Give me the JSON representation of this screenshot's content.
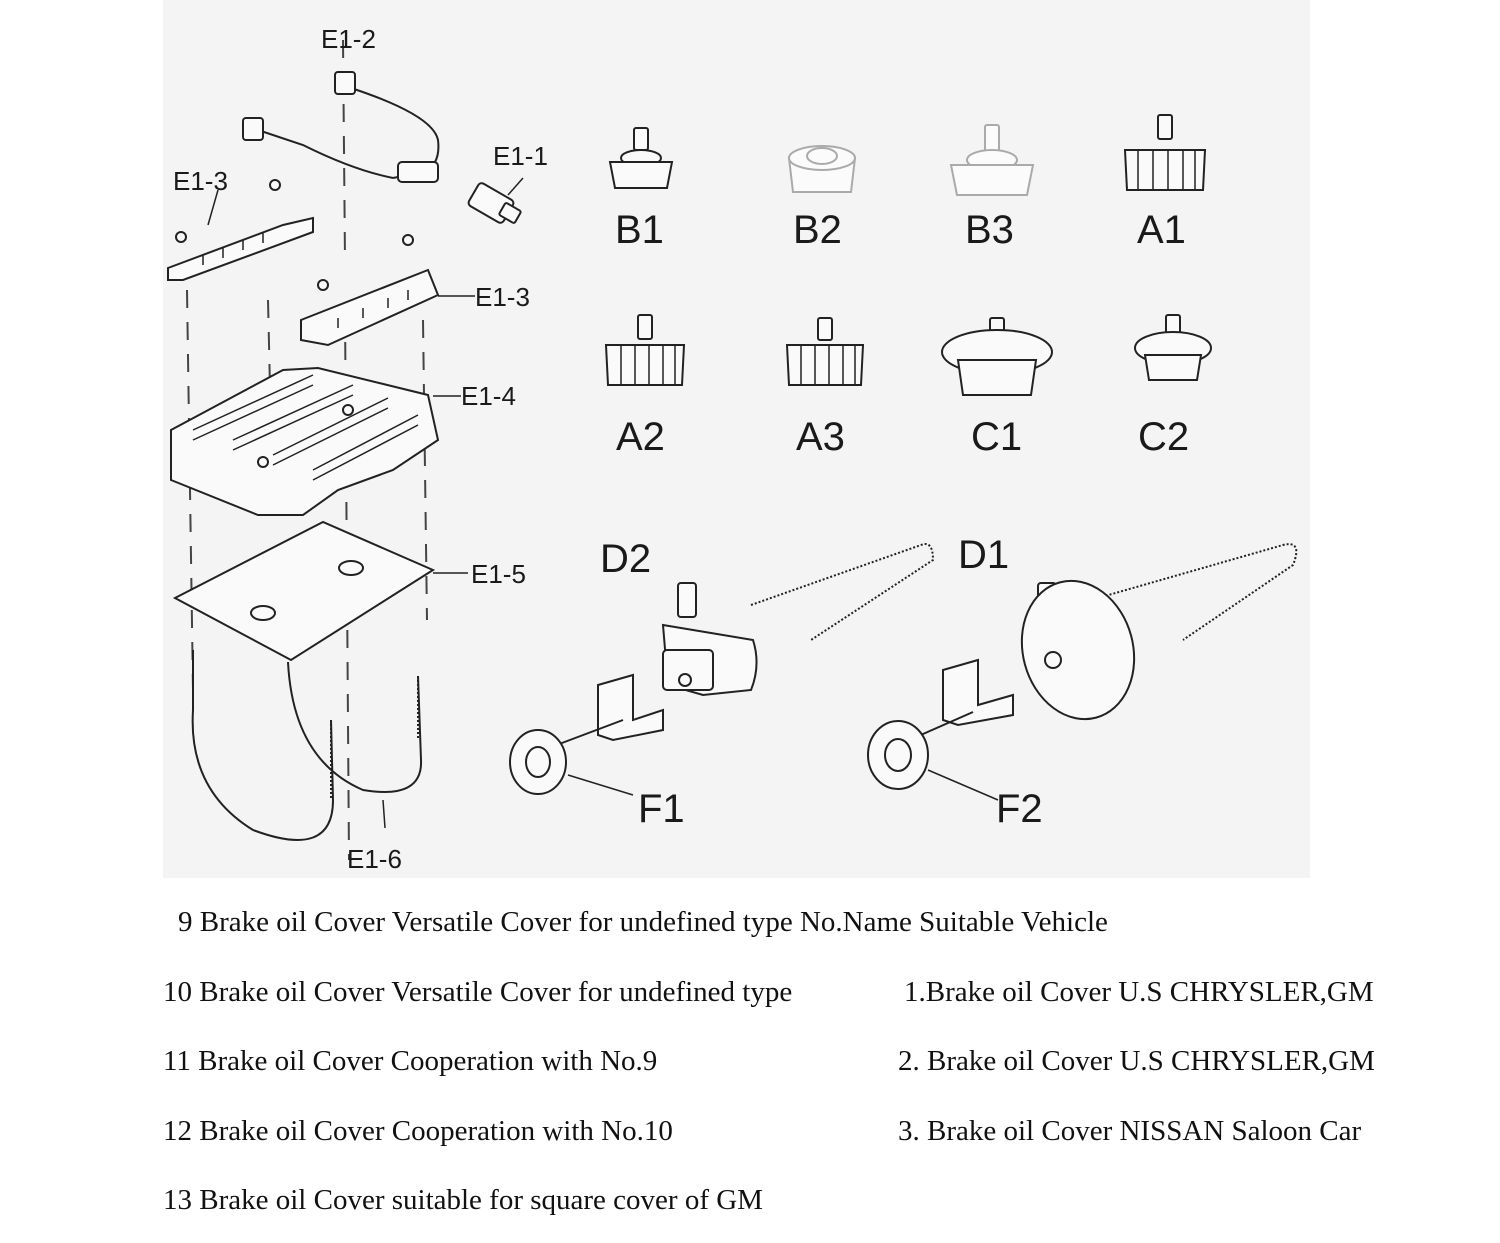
{
  "part_labels": {
    "e1_1": "E1-1",
    "e1_2": "E1-2",
    "e1_3a": "E1-3",
    "e1_3b": "E1-3",
    "e1_4": "E1-4",
    "e1_5": "E1-5",
    "e1_6": "E1-6",
    "b1": "B1",
    "b2": "B2",
    "b3": "B3",
    "a1": "A1",
    "a2": "A2",
    "a3": "A3",
    "c1": "C1",
    "c2": "C2",
    "d1": "D1",
    "d2": "D2",
    "f1": "F1",
    "f2": "F2"
  },
  "descriptions": {
    "row9": "9 Brake oil Cover Versatile Cover for undefined type No.Name Suitable Vehicle",
    "row10": "10 Brake oil Cover Versatile Cover for undefined type",
    "row11": "11 Brake oil Cover Cooperation with No.9",
    "row12": "12 Brake oil Cover Cooperation with No.10",
    "row13": "13 Brake oil Cover suitable for square cover of GM",
    "item1": "1.Brake oil Cover U.S CHRYSLER,GM",
    "item2": "2. Brake oil Cover U.S CHRYSLER,GM",
    "item3": "3. Brake oil Cover NISSAN Saloon Car"
  }
}
